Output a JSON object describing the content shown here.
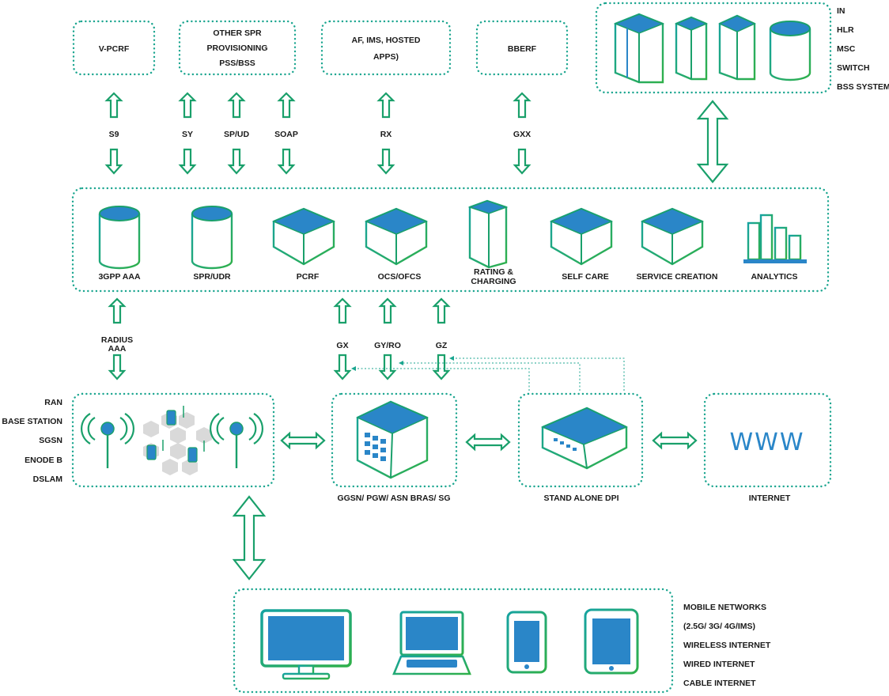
{
  "top_boxes": {
    "vpcrf": "V-PCRF",
    "other_spr": [
      "OTHER SPR",
      "PROVISIONING",
      "PSS/BSS"
    ],
    "af_ims": [
      "AF, IMS, HOSTED",
      "APPS)"
    ],
    "bberf": "BBERF"
  },
  "legacy_list": [
    "IN",
    "HLR",
    "MSC",
    "SWITCH",
    "BSS SYSTEM"
  ],
  "top_interfaces": [
    "S9",
    "SY",
    "SP/UD",
    "SOAP",
    "RX",
    "GXX"
  ],
  "core_nodes": {
    "aaa": "3GPP AAA",
    "spr": "SPR/UDR",
    "pcrf": "PCRF",
    "ocs": "OCS/OFCS",
    "rating": [
      "RATING &",
      "CHARGING"
    ],
    "selfcare": "SELF CARE",
    "service": "SERVICE CREATION",
    "analytics": "ANALYTICS"
  },
  "mid_interfaces": {
    "radius": [
      "RADIUS",
      "AAA"
    ],
    "gx": "GX",
    "gyro": "GY/RO",
    "gz": "GZ"
  },
  "access_list": [
    "RAN",
    "BASE STATION",
    "SGSN",
    "ENODE B",
    "DSLAM"
  ],
  "bottom_nodes": {
    "ggsn": "GGSN/ PGW/ ASN BRAS/ SG",
    "dpi": "STAND ALONE DPI",
    "internet": "INTERNET",
    "www": "WWW"
  },
  "networks_list": [
    "MOBILE NETWORKS",
    "(2.5G/ 3G/ 4G/IMS)",
    "WIRELESS INTERNET",
    "WIRED INTERNET",
    "CABLE INTERNET"
  ],
  "colors": {
    "green": "#1aa06b",
    "teal": "#1aa58f",
    "blue": "#2a86c8",
    "text": "#1a1a1a"
  }
}
